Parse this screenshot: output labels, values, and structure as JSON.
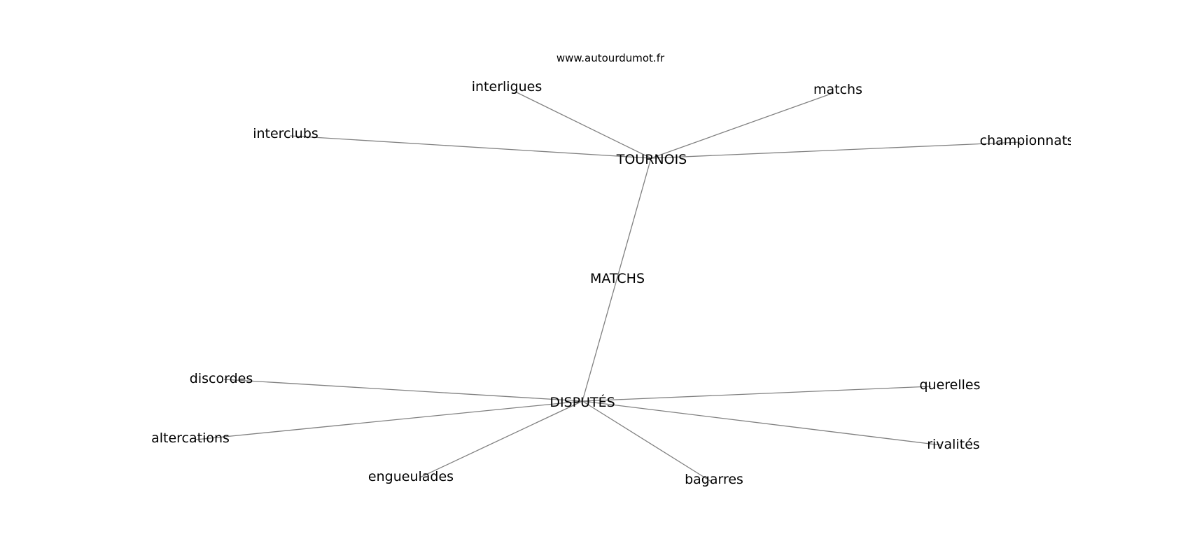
{
  "source": "www.autourdumot.fr",
  "colors": {
    "edge": "#808080",
    "text": "#000000",
    "background": "#ffffff"
  },
  "nodes": [
    {
      "id": "matchs_center",
      "label": "MATCHS"
    },
    {
      "id": "tournois",
      "label": "TOURNOIS"
    },
    {
      "id": "disputes",
      "label": "DISPUTÉS"
    },
    {
      "id": "interligues",
      "label": "interligues"
    },
    {
      "id": "matchs",
      "label": "matchs"
    },
    {
      "id": "interclubs",
      "label": "interclubs"
    },
    {
      "id": "championnats",
      "label": "championnats"
    },
    {
      "id": "discordes",
      "label": "discordes"
    },
    {
      "id": "querelles",
      "label": "querelles"
    },
    {
      "id": "altercations",
      "label": "altercations"
    },
    {
      "id": "rivalites",
      "label": "rivalités"
    },
    {
      "id": "engueulades",
      "label": "engueulades"
    },
    {
      "id": "bagarres",
      "label": "bagarres"
    }
  ],
  "edges": [
    [
      "tournois",
      "disputes"
    ],
    [
      "tournois",
      "interligues"
    ],
    [
      "tournois",
      "matchs"
    ],
    [
      "tournois",
      "interclubs"
    ],
    [
      "tournois",
      "championnats"
    ],
    [
      "disputes",
      "discordes"
    ],
    [
      "disputes",
      "querelles"
    ],
    [
      "disputes",
      "altercations"
    ],
    [
      "disputes",
      "rivalites"
    ],
    [
      "disputes",
      "engueulades"
    ],
    [
      "disputes",
      "bagarres"
    ]
  ]
}
